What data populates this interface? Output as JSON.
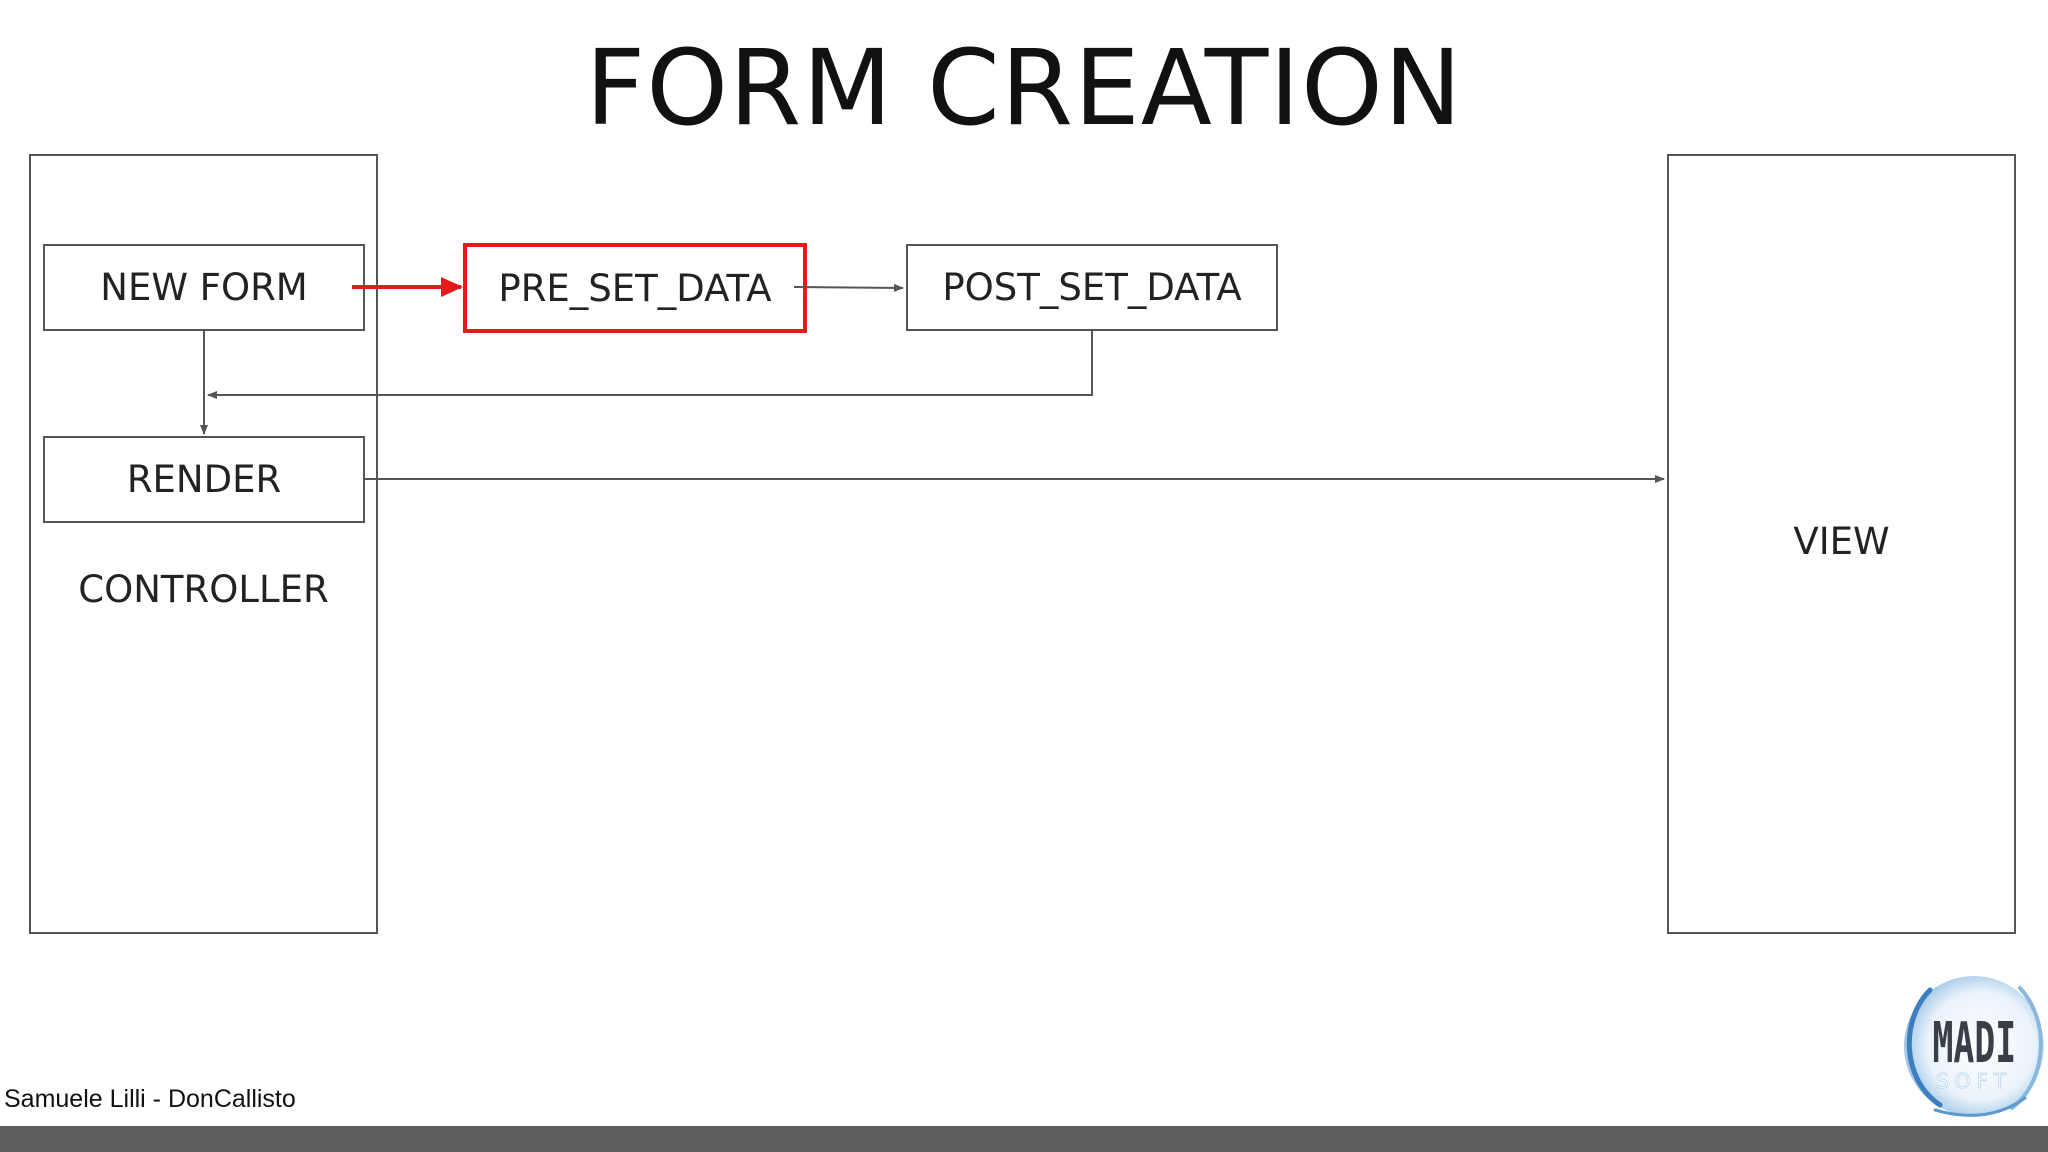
{
  "slide": {
    "title": "FORM CREATION",
    "author": "Samuele Lilli - DonCallisto"
  },
  "diagram": {
    "controller_label": "CONTROLLER",
    "view_label": "VIEW",
    "nodes": {
      "new_form": "NEW FORM",
      "pre_set_data": "PRE_SET_DATA",
      "post_set_data": "POST_SET_DATA",
      "render": "RENDER"
    },
    "highlight_color": "#e51a1a"
  },
  "logo": {
    "text_top": "MADI",
    "text_bottom": "SOFT"
  },
  "colors": {
    "bottom_bar": "#5f5f5f",
    "box_border": "#555555",
    "arrow": "#555555",
    "highlight": "#e51a1a"
  }
}
